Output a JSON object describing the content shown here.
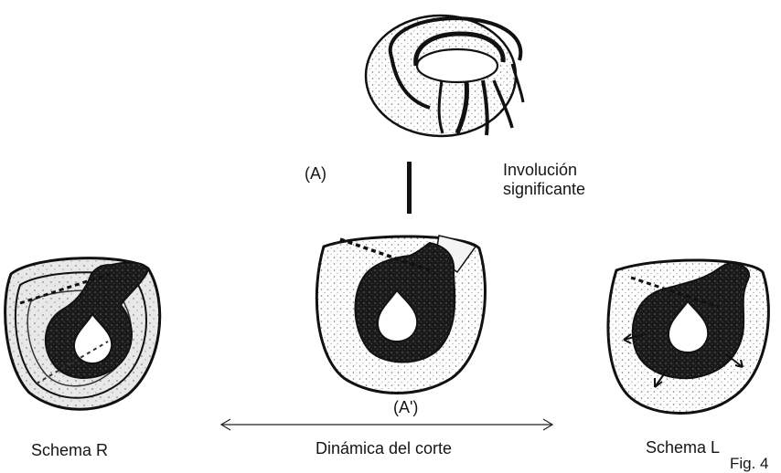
{
  "figure": {
    "top_label": "(A)",
    "involution_label": [
      "Involución",
      "significante"
    ],
    "center_label": "(A')",
    "left_caption": "Schema R",
    "right_caption": "Schema L",
    "bottom_caption": "Dinámica del corte",
    "figure_number": "Fig. 4"
  },
  "colors": {
    "ink": "#111111",
    "speckle": "#c8c8c8",
    "background": "#ffffff"
  }
}
